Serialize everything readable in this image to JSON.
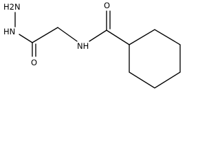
{
  "molecule": {
    "labels": {
      "hydrazine_nh2": "H2N",
      "hydrazine_nh": "HN",
      "carbonyl_o_left": "O",
      "amide_nh": "NH",
      "carbonyl_o_right": "O"
    }
  },
  "colors": {
    "bond": "#000000",
    "background": "#ffffff"
  }
}
